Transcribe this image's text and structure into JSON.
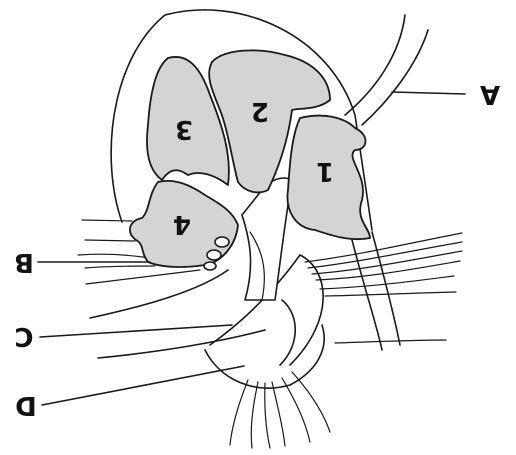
{
  "labels": {
    "lobe_1": "1",
    "lobe_2": "2",
    "lobe_3": "3",
    "lobe_4": "4",
    "pointer_a": "A",
    "pointer_b": "B",
    "pointer_c": "C",
    "pointer_d": "D"
  },
  "colors": {
    "ink": "#1a1a1a",
    "lobe_fill": "#d4d4d4",
    "background": "#ffffff"
  }
}
